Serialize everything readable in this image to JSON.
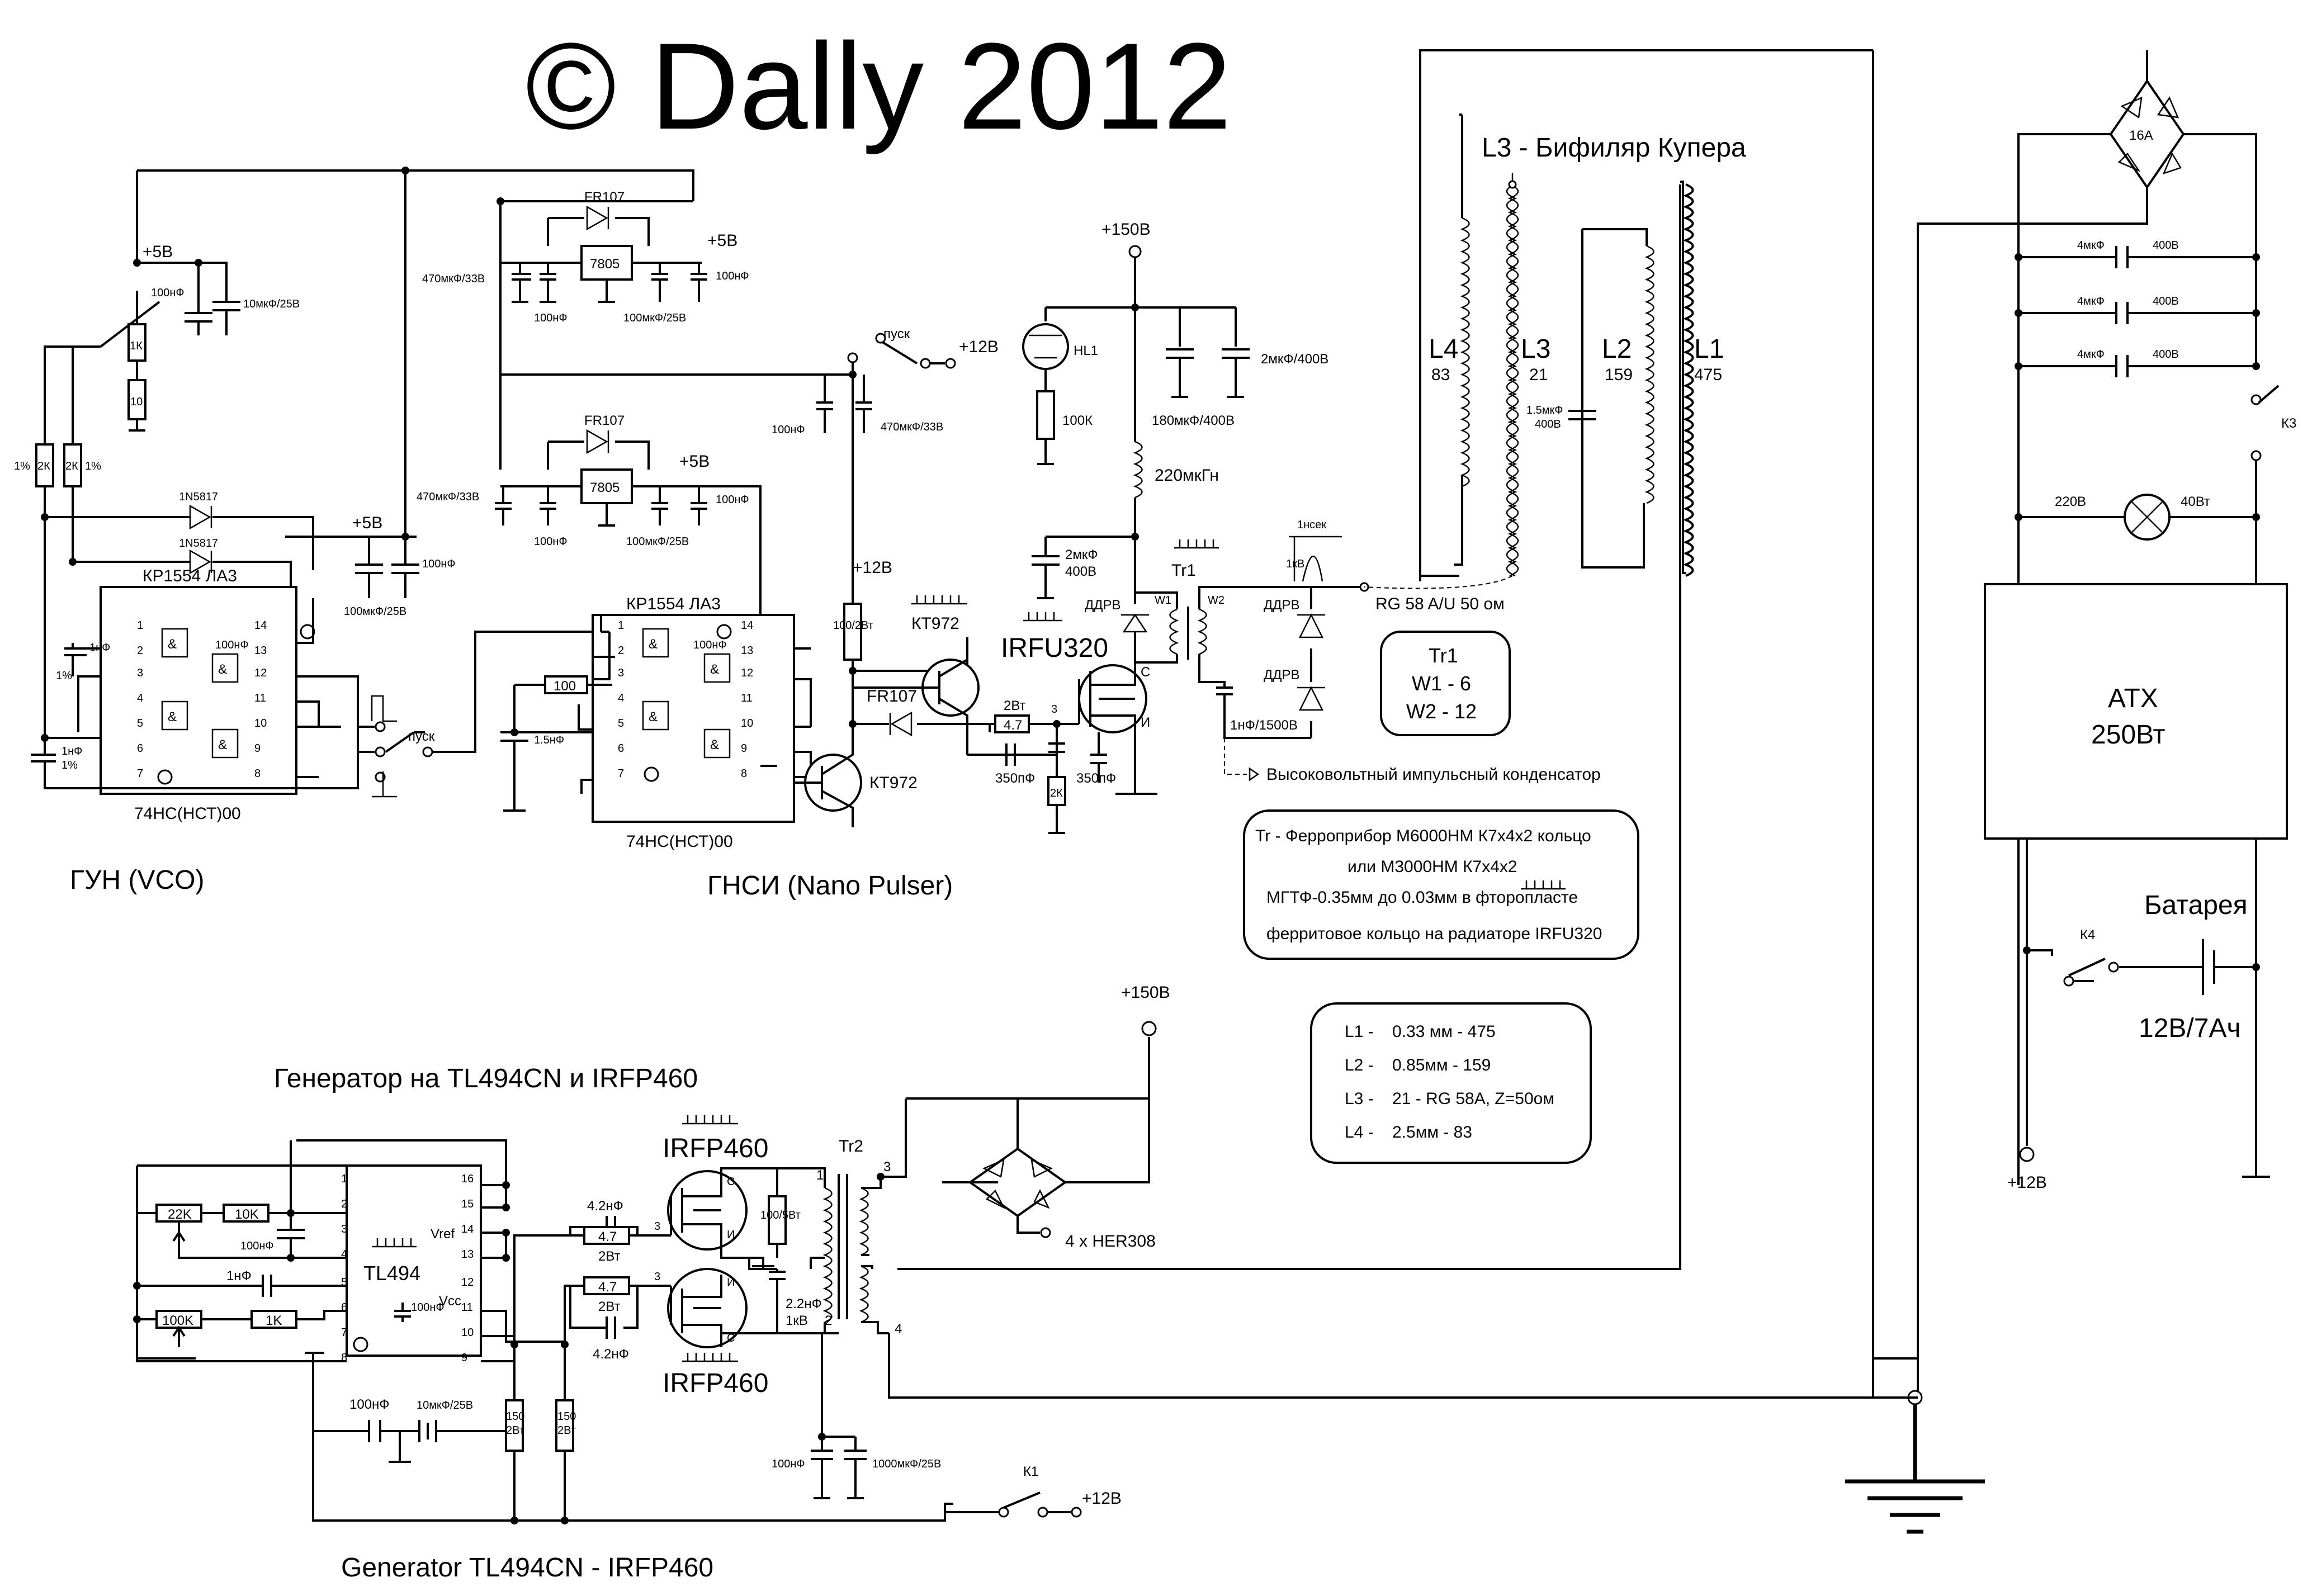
{
  "title": "© Dally 2012",
  "sections": {
    "vco": "ГУН (VCO)",
    "nano_pulser": "ГНСИ (Nano Pulser)",
    "generator_ru": "Генератор на TL494CN и IRFP460",
    "generator_en": "Generator TL494CN - IRFP460"
  },
  "coil": {
    "title": "L3 - Бифиляр Купера",
    "cable": "RG 58 A/U 50 ом",
    "cap": "1.5мкФ",
    "cap_v": "400В",
    "L4": "L4",
    "L4_n": "83",
    "L3": "L3",
    "L3_n": "21",
    "L2": "L2",
    "L2_n": "159",
    "L1": "L1",
    "L1_n": "475"
  },
  "vco": {
    "v5_top": "+5В",
    "c100n": "100нФ",
    "c10u": "10мкФ/25В",
    "pot": "1К",
    "r10": "10",
    "r2k": "2К",
    "pct": "1%",
    "d1": "1N5817",
    "d2": "1N5817",
    "v5_mid": "+5В",
    "c100u": "100мкФ/25В",
    "c100n_b": "100нФ",
    "ic_top": "КР1554 ЛА3",
    "ic_bot": "74НС(НСТ)00",
    "c1n_a": "1нФ",
    "c1n_b": "1нФ",
    "c_ic": "100нФ",
    "start": "пуск",
    "pins": [
      "1",
      "2",
      "3",
      "4",
      "5",
      "6",
      "7",
      "14",
      "13",
      "12",
      "11",
      "10",
      "9",
      "8"
    ]
  },
  "reg": {
    "fr1": "FR107",
    "fr2": "FR107",
    "reg1": "7805",
    "reg2": "7805",
    "v5_a": "+5В",
    "v5_b": "+5В",
    "c470_a": "470мкФ/33В",
    "c470_b": "470мкФ/33В",
    "c100n": "100нФ",
    "c100u": "100мкФ/25В"
  },
  "pulser": {
    "start": "пуск",
    "v12": "+12В",
    "v12_b": "+12В",
    "c100n": "100нФ",
    "c470": "470мкФ/33В",
    "r100": "100",
    "c15": "1.5нФ",
    "ic_top": "КР1554 ЛА3",
    "ic_bot": "74НС(НСТ)00",
    "r100_2": "100/2Вт",
    "q1": "КТ972",
    "q2": "КТ972",
    "d": "FR107",
    "mosfet": "IRFU320",
    "r47": "4.7",
    "r47_w": "2Вт",
    "c350a": "350пФ",
    "c350b": "350пФ",
    "r2k": "2К",
    "pin3": "3"
  },
  "hv": {
    "v150": "+150В",
    "hl1": "HL1",
    "r100k": "100К",
    "c2u": "2мкФ/400В",
    "c180": "180мкФ/400В",
    "l220": "220мкГн",
    "c2u_b": "2мкФ",
    "c2u_bv": "400В",
    "ddrv1": "ДДРВ",
    "ddrv2": "ДДРВ",
    "ddrv3": "ДДРВ",
    "tr1": "Tr1",
    "w1": "W1",
    "w2": "W2",
    "c1n": "1нФ/1500В",
    "hv_cap": "Высоковольтный импульсный конденсатор",
    "pulse_t": "1нсек",
    "pulse_v": "1кВ",
    "s": "С",
    "i": "И"
  },
  "tr1_box": {
    "title": "Tr1",
    "w1": "W1 - 6",
    "w2": "W2 - 12"
  },
  "notes": {
    "line1": "Tr - Ферроприбор М6000НМ К7х4х2 кольцо",
    "line2": "или М3000НМ  К7х4х2",
    "line3": "МГТФ-0.35мм до 0.03мм в фторопласте",
    "line4": "ферритовое кольцо на радиаторе IRFU320"
  },
  "coils_box": {
    "rows": [
      {
        "k": "L1 -",
        "v": "0.33 мм - 475"
      },
      {
        "k": "L2 -",
        "v": "0.85мм - 159"
      },
      {
        "k": "L3 -",
        "v": "21 - RG 58A, Z=50ом"
      },
      {
        "k": "L4 -",
        "v": "2.5мм - 83"
      }
    ]
  },
  "power": {
    "bridge": "16А",
    "c4u": "4мкФ",
    "c400": "400В",
    "k3": "К3",
    "lamp_v": "220В",
    "lamp_w": "40Вт",
    "atx": "ATX",
    "atx_w": "250Вт",
    "battery": "Батарея",
    "battery_spec": "12В/7Ач",
    "k4": "К4",
    "v12": "+12В"
  },
  "gen": {
    "v150": "+150В",
    "ic": "TL494",
    "vref": "Vref",
    "vcc": "Vcc",
    "r22k": "22K",
    "r10k": "10K",
    "r100k": "100K",
    "r1k": "1K",
    "c100n": "100нФ",
    "c1n": "1нФ",
    "c100n_b": "100нФ",
    "c100n_c": "100нФ",
    "c10u": "10мкФ/25В",
    "c42a": "4.2нФ",
    "c42b": "4.2нФ",
    "r47a": "4.7",
    "r47b": "4.7",
    "w2a": "2Вт",
    "w2b": "2Вт",
    "p3a": "3",
    "p3b": "3",
    "q1": "IRFP460",
    "q2": "IRFP460",
    "r100_5": "100/5Вт",
    "c22": "2.2нФ",
    "c22v": "1кВ",
    "r150a": "150",
    "r150a_w": "2Вт",
    "r150b": "150",
    "r150b_w": "2Вт",
    "tr2": "Tr2",
    "t1": "1",
    "t2": "2",
    "t3": "3",
    "t4": "4",
    "her": "4 х HER308",
    "c100n_d": "100нФ",
    "c1000": "1000мкФ/25В",
    "k1": "К1",
    "v12": "+12В",
    "c_s": "С",
    "c_i": "И",
    "left_pins": [
      "1",
      "2",
      "3",
      "4",
      "5",
      "6",
      "7",
      "8"
    ],
    "right_pins": [
      "16",
      "15",
      "14",
      "13",
      "12",
      "11",
      "10",
      "9"
    ]
  }
}
